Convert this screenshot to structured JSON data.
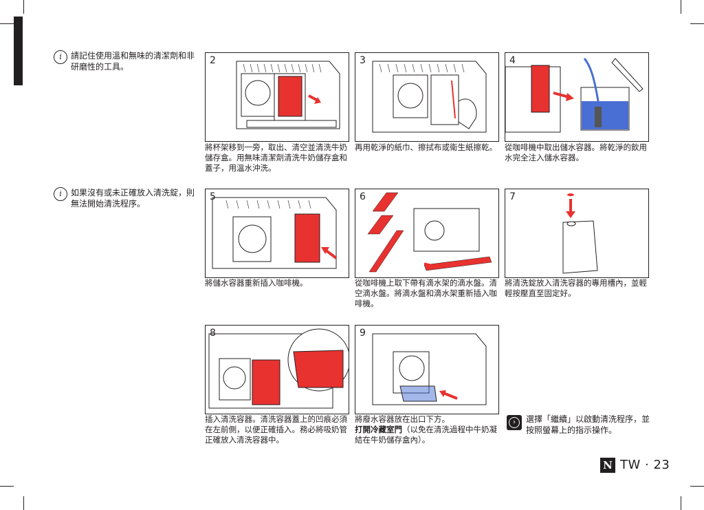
{
  "notes": [
    {
      "icon": "i",
      "text": "請記住使用溫和無味的清潔劑和非研磨性的工具。"
    },
    {
      "icon": "i",
      "text": "如果沒有或未正確放入清洗錠，則無法開始清洗程序。"
    }
  ],
  "steps": [
    {
      "num": "2",
      "caption": "將杯架移到一旁，取出、清空並清洗牛奶儲存盒。用無味清潔劑清洗牛奶儲存盒和蓋子，用溫水沖洗。"
    },
    {
      "num": "3",
      "caption": "再用乾淨的紙巾、擦拭布或衛生紙擦乾。"
    },
    {
      "num": "4",
      "caption": "從咖啡機中取出儲水容器。將乾淨的飲用水完全注入儲水容器。"
    },
    {
      "num": "5",
      "caption": "將儲水容器重新插入咖啡機。"
    },
    {
      "num": "6",
      "caption": "從咖啡機上取下帶有滴水架的滴水盤。清空滴水盤。將滴水盤和滴水架重新插入咖啡機。"
    },
    {
      "num": "7",
      "caption": "將清洗錠放入清洗容器的專用槽內，並輕輕按壓直至固定好。"
    },
    {
      "num": "8",
      "caption": "插入清洗容器。清洗容器蓋上的凹痕必須在左前側，以便正確插入。務必將吸奶管正確放入清洗容器中。"
    },
    {
      "num": "9",
      "caption_main": "將廢水容器放在出口下方。",
      "caption_bold": "打開冷藏室門",
      "caption_rest": "（以免在清洗過程中牛奶凝結在牛奶儲存盒內）。"
    }
  ],
  "final": {
    "icon": "›",
    "text": "選擇「繼續」以啟動清洗程序，並按照螢幕上的指示操作。"
  },
  "footer": {
    "logo": "N",
    "page": "TW · 23"
  },
  "colors": {
    "accent": "#e8322f",
    "water": "#4a6fd4",
    "ink": "#231f20"
  }
}
